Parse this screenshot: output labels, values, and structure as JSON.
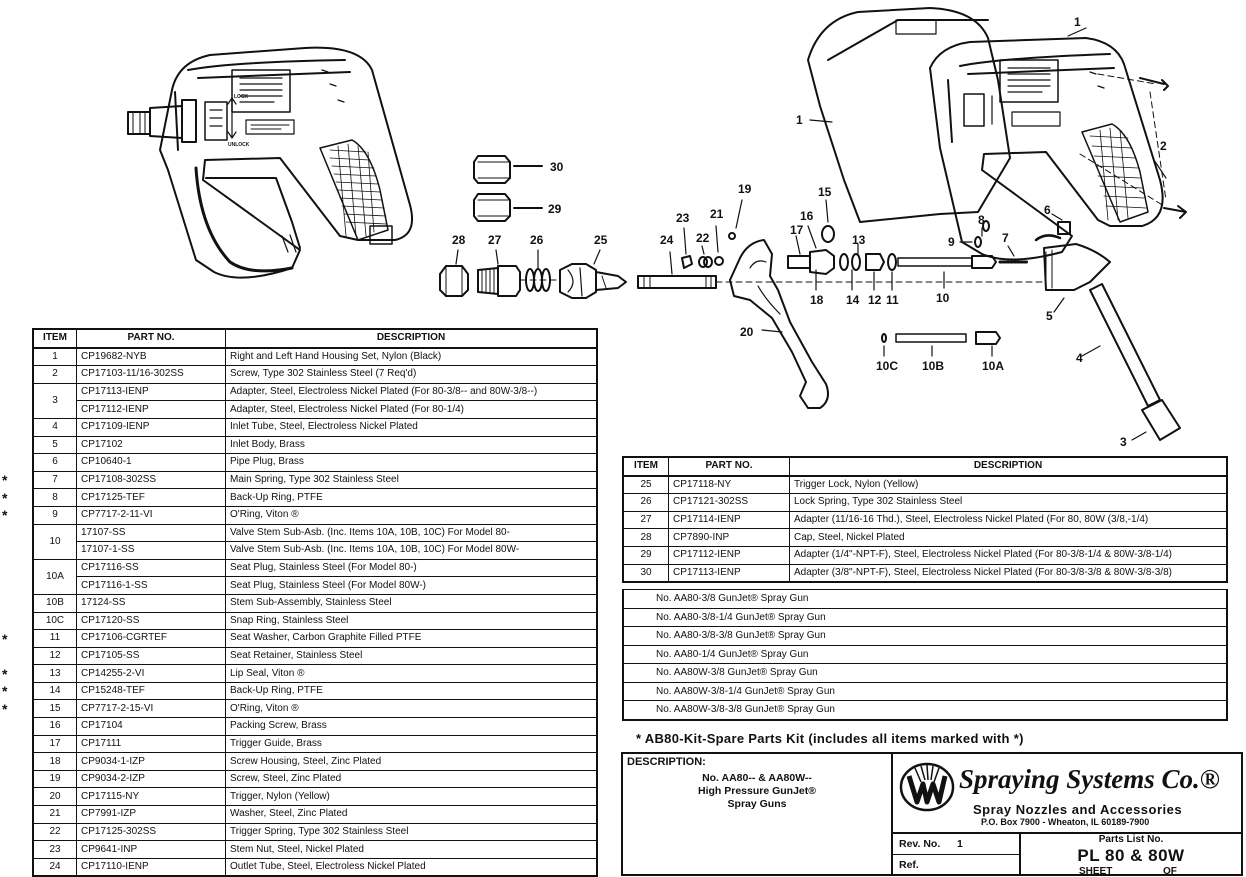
{
  "callouts": {
    "n1a": "1",
    "n1b": "1",
    "n2": "2",
    "n3": "3",
    "n4": "4",
    "n5": "5",
    "n6": "6",
    "n7": "7",
    "n8": "8",
    "n9": "9",
    "n10": "10",
    "n10a": "10A",
    "n10b": "10B",
    "n10c": "10C",
    "n11": "11",
    "n12": "12",
    "n13": "13",
    "n14": "14",
    "n15": "15",
    "n16": "16",
    "n17": "17",
    "n18": "18",
    "n19": "19",
    "n20": "20",
    "n21": "21",
    "n22": "22",
    "n23": "23",
    "n24": "24",
    "n25": "25",
    "n26": "26",
    "n27": "27",
    "n28": "28",
    "n29": "29",
    "n30": "30"
  },
  "gun_labels": {
    "lock": "LOCK",
    "unlock": "UNLOCK"
  },
  "left_table": {
    "headers": [
      "ITEM",
      "PART NO.",
      "DESCRIPTION"
    ],
    "rows": [
      {
        "star": "",
        "item": "1",
        "part": "CP19682-NYB",
        "desc": "Right and Left Hand Housing Set, Nylon (Black)"
      },
      {
        "star": "",
        "item": "2",
        "part": "CP17103-11/16-302SS",
        "desc": "Screw, Type 302 Stainless Steel (7 Req'd)"
      },
      {
        "star": "",
        "item": "3",
        "part": "CP17113-IENP",
        "desc": "Adapter, Steel, Electroless Nickel Plated (For 80-3/8-- and 80W-3/8--)"
      },
      {
        "star": "",
        "item": "",
        "part": "CP17112-IENP",
        "desc": "Adapter, Steel, Electroless Nickel Plated (For 80-1/4)"
      },
      {
        "star": "",
        "item": "4",
        "part": "CP17109-IENP",
        "desc": "Inlet Tube, Steel, Electroless Nickel Plated"
      },
      {
        "star": "",
        "item": "5",
        "part": "CP17102",
        "desc": "Inlet Body, Brass"
      },
      {
        "star": "",
        "item": "6",
        "part": "CP10640-1",
        "desc": "Pipe Plug, Brass"
      },
      {
        "star": "*",
        "item": "7",
        "part": "CP17108-302SS",
        "desc": "Main Spring, Type 302 Stainless Steel"
      },
      {
        "star": "*",
        "item": "8",
        "part": "CP17125-TEF",
        "desc": "Back-Up Ring, PTFE"
      },
      {
        "star": "*",
        "item": "9",
        "part": "CP7717-2-11-VI",
        "desc": "O'Ring, Viton ®"
      },
      {
        "star": "",
        "item": "10",
        "part": "17107-SS",
        "desc": "Valve Stem Sub-Asb. (Inc. Items 10A, 10B, 10C) For Model 80-"
      },
      {
        "star": "",
        "item": "",
        "part": "17107-1-SS",
        "desc": "Valve Stem Sub-Asb. (Inc. Items 10A, 10B, 10C) For Model 80W-"
      },
      {
        "star": "",
        "item": "10A",
        "part": "CP17116-SS",
        "desc": "Seat Plug, Stainless Steel (For Model 80-)"
      },
      {
        "star": "",
        "item": "",
        "part": "CP17116-1-SS",
        "desc": "Seat Plug, Stainless Steel (For Model 80W-)"
      },
      {
        "star": "",
        "item": "10B",
        "part": "17124-SS",
        "desc": "Stem Sub-Assembly, Stainless Steel"
      },
      {
        "star": "",
        "item": "10C",
        "part": "CP17120-SS",
        "desc": "Snap Ring, Stainless Steel"
      },
      {
        "star": "*",
        "item": "11",
        "part": "CP17106-CGRTEF",
        "desc": "Seat Washer, Carbon Graphite Filled PTFE"
      },
      {
        "star": "",
        "item": "12",
        "part": "CP17105-SS",
        "desc": "Seat Retainer, Stainless Steel"
      },
      {
        "star": "*",
        "item": "13",
        "part": "CP14255-2-VI",
        "desc": "Lip Seal, Viton ®"
      },
      {
        "star": "*",
        "item": "14",
        "part": "CP15248-TEF",
        "desc": "Back-Up Ring, PTFE"
      },
      {
        "star": "*",
        "item": "15",
        "part": "CP7717-2-15-VI",
        "desc": "O'Ring, Viton ®"
      },
      {
        "star": "",
        "item": "16",
        "part": "CP17104",
        "desc": "Packing Screw, Brass"
      },
      {
        "star": "",
        "item": "17",
        "part": "CP17111",
        "desc": "Trigger Guide, Brass"
      },
      {
        "star": "",
        "item": "18",
        "part": "CP9034-1-IZP",
        "desc": "Screw Housing, Steel, Zinc Plated"
      },
      {
        "star": "",
        "item": "19",
        "part": "CP9034-2-IZP",
        "desc": "Screw, Steel, Zinc Plated"
      },
      {
        "star": "",
        "item": "20",
        "part": "CP17115-NY",
        "desc": "Trigger, Nylon (Yellow)"
      },
      {
        "star": "",
        "item": "21",
        "part": "CP7991-IZP",
        "desc": "Washer, Steel, Zinc Plated"
      },
      {
        "star": "",
        "item": "22",
        "part": "CP17125-302SS",
        "desc": "Trigger Spring, Type 302 Stainless Steel"
      },
      {
        "star": "",
        "item": "23",
        "part": "CP9641-INP",
        "desc": "Stem Nut, Steel, Nickel Plated"
      },
      {
        "star": "",
        "item": "24",
        "part": "CP17110-IENP",
        "desc": "Outlet Tube, Steel, Electroless Nickel Plated"
      }
    ]
  },
  "right_table": {
    "headers": [
      "ITEM",
      "PART NO.",
      "DESCRIPTION"
    ],
    "rows": [
      {
        "item": "25",
        "part": "CP17118-NY",
        "desc": "Trigger Lock, Nylon (Yellow)"
      },
      {
        "item": "26",
        "part": "CP17121-302SS",
        "desc": "Lock Spring, Type 302 Stainless Steel"
      },
      {
        "item": "27",
        "part": "CP17114-IENP",
        "desc": "Adapter (11/16-16 Thd.), Steel, Electroless Nickel Plated (For 80, 80W (3/8,-1/4)"
      },
      {
        "item": "28",
        "part": "CP7890-INP",
        "desc": "Cap, Steel, Nickel Plated"
      },
      {
        "item": "29",
        "part": "CP17112-IENP",
        "desc": "Adapter (1/4\"-NPT-F), Steel, Electroless Nickel Plated (For 80-3/8-1/4 & 80W-3/8-1/4)"
      },
      {
        "item": "30",
        "part": "CP17113-IENP",
        "desc": "Adapter (3/8\"-NPT-F), Steel, Electroless Nickel Plated (For 80-3/8-3/8 & 80W-3/8-3/8)"
      }
    ]
  },
  "models": [
    "No. AA80-3/8 GunJet® Spray Gun",
    "No. AA80-3/8-1/4 GunJet® Spray Gun",
    "No. AA80-3/8-3/8 GunJet® Spray Gun",
    "No. AA80-1/4 GunJet® Spray Gun",
    "No. AA80W-3/8 GunJet® Spray Gun",
    "No. AA80W-3/8-1/4 GunJet® Spray Gun",
    "No. AA80W-3/8-3/8 GunJet® Spray Gun"
  ],
  "kit_note": "* AB80-Kit-Spare Parts Kit (includes all items marked with *)",
  "title_block": {
    "description_label": "DESCRIPTION:",
    "description_lines": [
      "No. AA80-- & AA80W--",
      "High Pressure GunJet®",
      "Spray   Guns"
    ],
    "company": "Spraying Systems Co.®",
    "tagline": "Spray Nozzles and Accessories",
    "address": "P.O. Box 7900 - Wheaton, IL 60189-7900",
    "rev_label": "Rev. No.",
    "rev_value": "1",
    "ref_label": "Ref.",
    "parts_list_label": "Parts List No.",
    "parts_list_number": "PL 80 & 80W",
    "sheet_label": "SHEET",
    "of_label": "OF"
  }
}
